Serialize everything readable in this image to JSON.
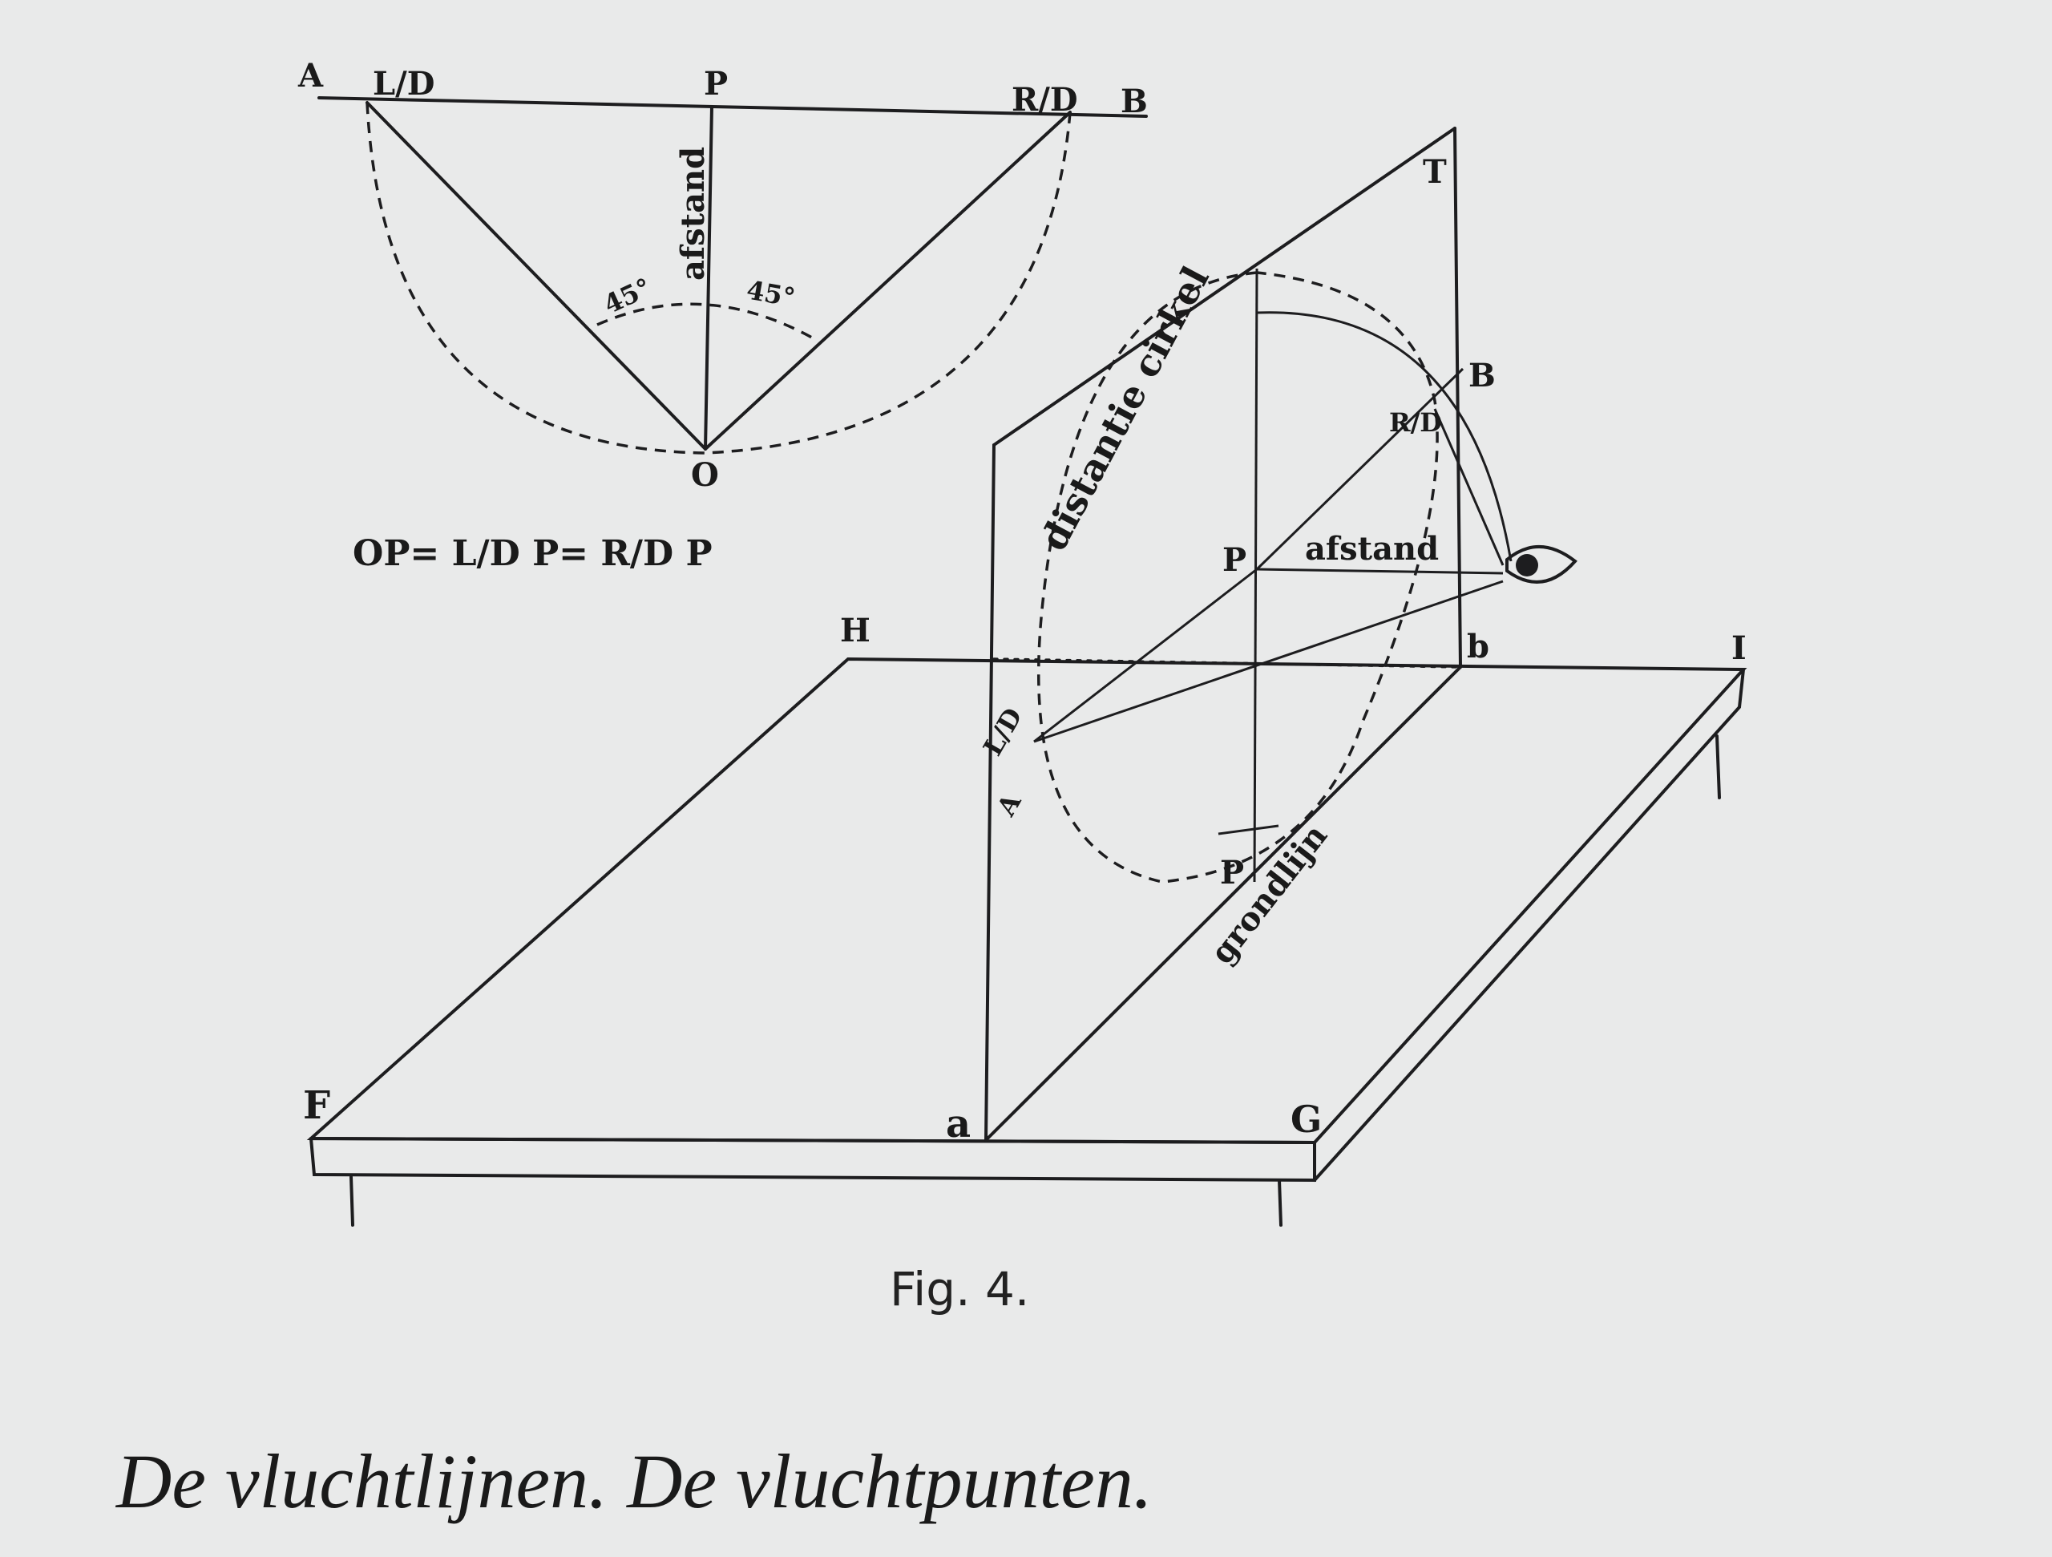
{
  "top_diagram": {
    "points": {
      "A": "A",
      "LD": "L/D",
      "P": "P",
      "RD": "R/D",
      "B": "B",
      "O": "O"
    },
    "distance_label": "afstand",
    "angle_left": "45°",
    "angle_right": "45°",
    "formula": "OP= L/D P= R/D P"
  },
  "main_diagram": {
    "table_corners": {
      "F": "F",
      "H": "H",
      "G": "G",
      "I": "I",
      "a": "a",
      "b": "b"
    },
    "plane_labels": {
      "T": "T",
      "B": "B",
      "RD": "R/D",
      "P_upper": "P",
      "P_lower": "P",
      "LD": "L/D",
      "A": "A"
    },
    "circle_label": "distantie cirkel",
    "distance_label": "afstand",
    "ground_label": "grondlijn",
    "eye_icon": "eye-icon"
  },
  "figure_label": "Fig. 4.",
  "caption": "De vluchtlijnen. De vluchtpunten."
}
